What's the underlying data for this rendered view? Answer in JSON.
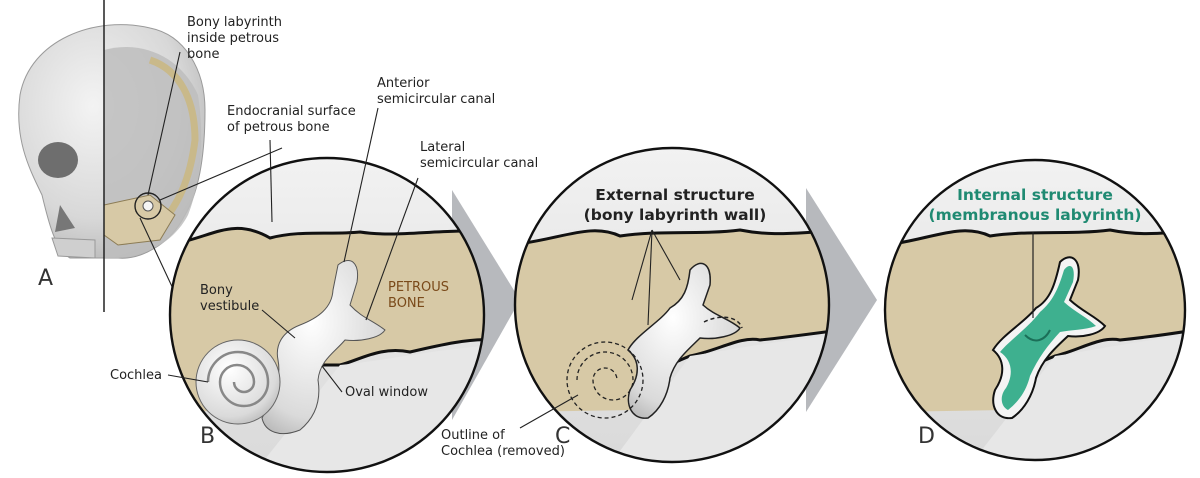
{
  "labels": {
    "bony_labyrinth_inside": "Bony labyrinth\ninside petrous\nbone",
    "endocranial_surface": "Endocranial surface\nof petrous bone",
    "anterior_canal": "Anterior\nsemicircular canal",
    "lateral_canal": "Lateral\nsemicircular canal",
    "petrous_bone": "PETROUS\nBONE",
    "bony_vestibule": "Bony\nvestibule",
    "cochlea": "Cochlea",
    "oval_window": "Oval window",
    "outline_cochlea": "Outline of\nCochlea (removed)",
    "external_structure": "External structure\n(bony labyrinth wall)",
    "internal_structure": "Internal structure\n(membranous labyrinth)"
  },
  "panels": {
    "a": "A",
    "b": "B",
    "c": "C",
    "d": "D"
  },
  "colors": {
    "petrous_tan": "#d7c9a6",
    "bone_light": "#e6e6e6",
    "membranous_green": "#2aa884",
    "arrow_gray": "#b7b9bd",
    "petrous_text": "#7a4a1a",
    "internal_title": "#1f8a72"
  }
}
